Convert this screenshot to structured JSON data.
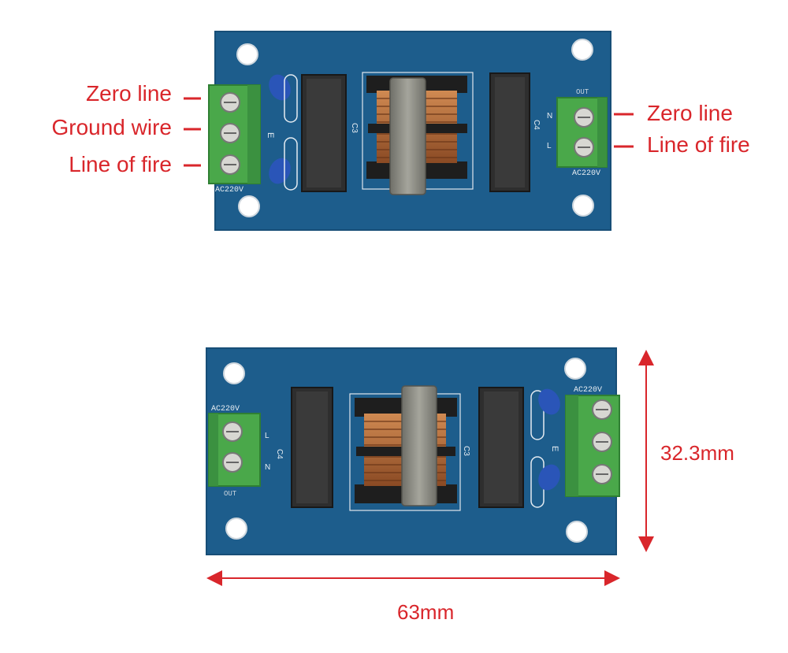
{
  "colors": {
    "pcb": "#1d5d8c",
    "pcb_edge": "#17527d",
    "terminal": "#4aa84a",
    "terminal_dark": "#2f7f33",
    "inductor": "#2e2e2e",
    "capacitor": "#2a55b8",
    "copper": "#b8683a",
    "core": "#8a8a80",
    "annotation": "#d9262b"
  },
  "top_board": {
    "left_labels": [
      "Zero line",
      "Ground wire",
      "Line of fire"
    ],
    "right_labels": [
      "Zero line",
      "Line of fire"
    ],
    "silkscreen": {
      "left_rating": "AC220V",
      "right_rating": "AC220V",
      "right_out": "OUT",
      "inductor_right": "C4",
      "coil": "C3",
      "earth": "E",
      "n": "N",
      "l": "L"
    }
  },
  "bottom_board": {
    "silkscreen": {
      "left_rating": "AC220V",
      "right_rating": "AC220V",
      "left_out": "OUT",
      "inductor_left": "C4",
      "coil": "C3",
      "earth": "E",
      "n": "N",
      "l": "L"
    },
    "dimensions": {
      "height": "32.3mm",
      "width": "63mm"
    }
  }
}
